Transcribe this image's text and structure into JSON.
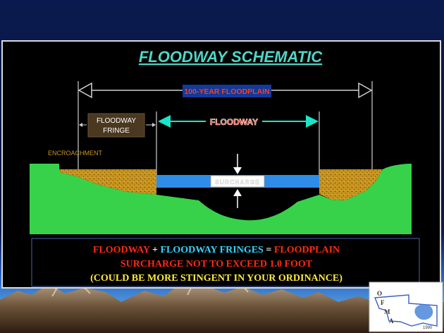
{
  "slide": {
    "title": "FLOODWAY SCHEMATIC",
    "floodplain_label": "100-YEAR FLOODPLAIN",
    "floodway_label": "FLOODWAY",
    "fringe_label_line1": "FLOODWAY",
    "fringe_label_line2": "FRINGE",
    "encroachment_label": "ENCROACHMENT",
    "surcharge_box_text": "SURCHARGE",
    "equation": {
      "term1": "FLOODWAY",
      "op1": " + ",
      "term2": "FLOODWAY FRINGES",
      "op2": " = ",
      "term3": "FLOODPLAIN"
    },
    "line2": "SURCHARGE NOT TO EXCEED 1.0 FOOT",
    "line3": "(COULD BE MORE STINGENT IN YOUR ORDINANCE)"
  },
  "logo": {
    "letters": [
      "O",
      "F",
      "M",
      "A"
    ],
    "year": "1990"
  },
  "colors": {
    "background_top": "#0a1a4e",
    "title": "#4fd6c8",
    "floodplain_box": "#123a9a",
    "floodplain_text": "#ff3b1f",
    "floodway_arrow": "#19e6c8",
    "fringe_box": "#4a3820",
    "ground": "#38d24a",
    "fill_sand": "#c8951f",
    "water": "#2f8de8",
    "equation_red": "#ff2a14",
    "equation_cyan": "#37d4ff",
    "equation_white": "#ffffff",
    "note_yellow": "#ffea3a"
  }
}
